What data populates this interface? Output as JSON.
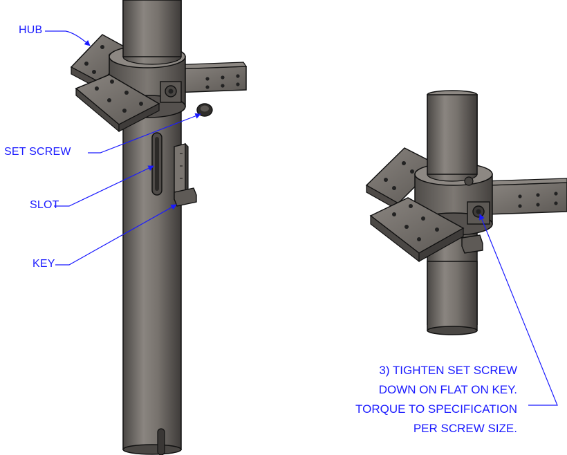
{
  "labels": {
    "hub": "HUB",
    "set_screw": "SET SCREW",
    "slot": "SLOT",
    "key": "KEY"
  },
  "note": {
    "line1": "3) TIGHTEN SET SCREW",
    "line2": "DOWN ON FLAT ON KEY.",
    "line3": "TORQUE TO SPECIFICATION",
    "line4": "PER SCREW SIZE."
  },
  "colors": {
    "callout": "#1a1aff",
    "steel": "#6e6a66",
    "steel_dark": "#3c3a38",
    "outline": "#111111"
  }
}
